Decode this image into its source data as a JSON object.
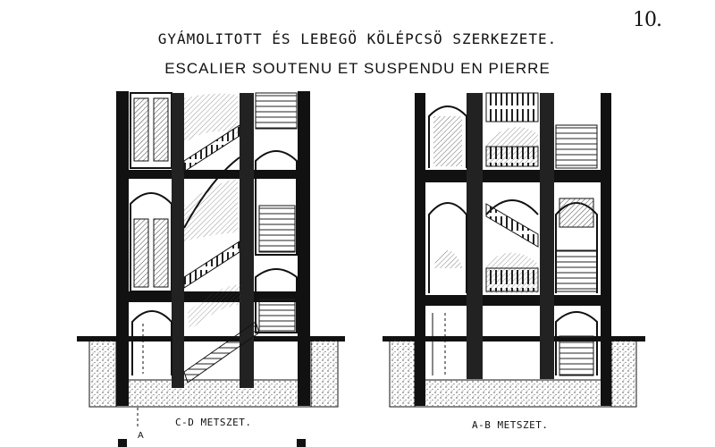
{
  "plate": {
    "number": "10.",
    "title_hu": "GYÁMOLITOTT ÉS LEBEGÖ KÖLÉPCSÖ SZERKEZETE.",
    "title_fr": "ESCALIER SOUTENU ET SUSPENDU EN PIERRE"
  },
  "sections": {
    "left_caption": "C-D METSZET.",
    "right_caption": "A-B METSZET."
  },
  "marker": {
    "label": "A"
  },
  "colors": {
    "ink": "#111111",
    "paper": "#ffffff",
    "hatch": "#555555"
  }
}
